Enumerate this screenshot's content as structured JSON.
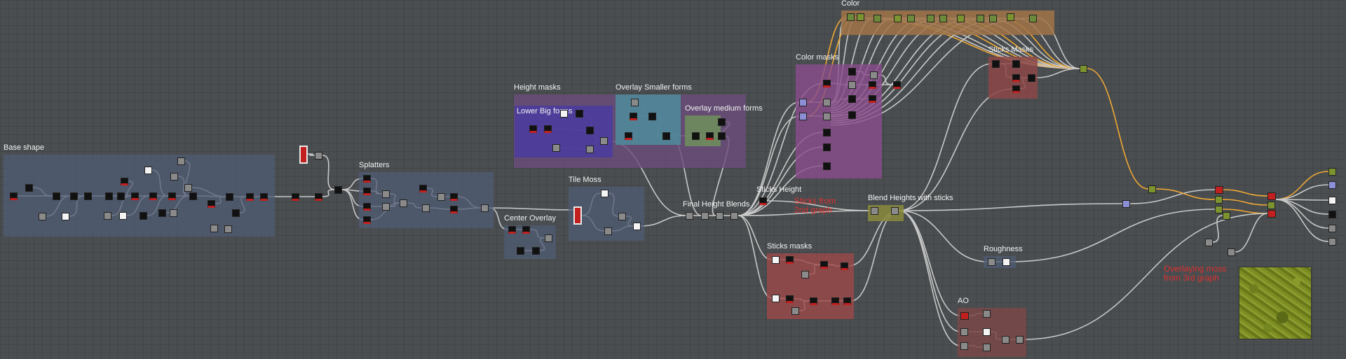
{
  "frames": {
    "base_shape": {
      "title": "Base shape",
      "color": "#505c74"
    },
    "splatters": {
      "title": "Splatters",
      "color": "#505c74"
    },
    "center_overlay": {
      "title": "Center Overlay",
      "color": "#505c74"
    },
    "tile_moss": {
      "title": "Tile Moss",
      "color": "#505c74"
    },
    "height_masks": {
      "title": "Height masks",
      "color": "#6a4c7a"
    },
    "lower_big_forms": {
      "title": "Lower Big forms",
      "color": "#4a3ca0"
    },
    "overlay_smaller_forms": {
      "title": "Overlay Smaller forms",
      "color": "#4e8c9c"
    },
    "overlay_medium_forms": {
      "title": "Overlay medium forms",
      "color": "#6e905c"
    },
    "color_masks": {
      "title": "Color masks",
      "color": "#8a4c8c"
    },
    "color": {
      "title": "Color",
      "color": "#a07448"
    },
    "sticks_masks_top": {
      "title": "Sticks Masks",
      "color": "#8c4848"
    },
    "final_height_blends": {
      "title": "Final Height Blends"
    },
    "sticks_height": {
      "title": "Sticks Height"
    },
    "blend_heights_with_sticks": {
      "title": "Blend Heights with sticks",
      "color": "#8a8a3c"
    },
    "sticks_masks_bottom": {
      "title": "Sticks masks",
      "color": "#9c4848"
    },
    "roughness": {
      "title": "Roughness",
      "color": "#505c74"
    },
    "ao": {
      "title": "AO",
      "color": "#7a4848"
    }
  },
  "annotations": {
    "sticks_from_graph": "Sticks from\n2nd graph",
    "overlaying_moss": "Overlaying moss\nfrom 3rd graph"
  },
  "colors": {
    "wire": "#c8c8c8",
    "wire_orange": "#f0a834",
    "accent_red": "#c21f1f"
  }
}
